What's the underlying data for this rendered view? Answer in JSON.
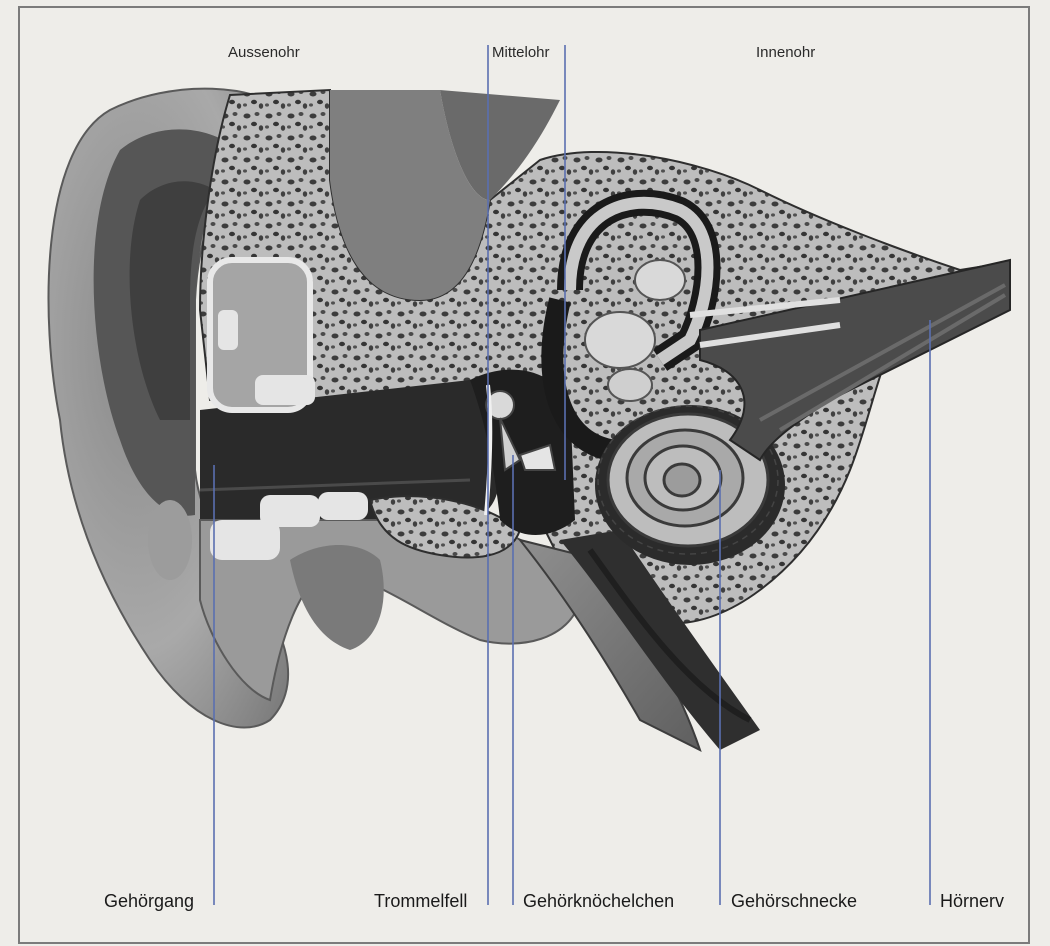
{
  "labels": {
    "top": {
      "outer_ear": "Aussenohr",
      "middle_ear": "Mittelohr",
      "inner_ear": "Innenohr"
    },
    "bottom": {
      "ear_canal": "Gehörgang",
      "eardrum": "Trommelfell",
      "ossicles": "Gehörknöchelchen",
      "cochlea": "Gehörschnecke",
      "auditory_nerve": "Hörnerv"
    }
  },
  "colors": {
    "leader_line": "#5a6fb0",
    "frame": "#7b7b7b"
  }
}
